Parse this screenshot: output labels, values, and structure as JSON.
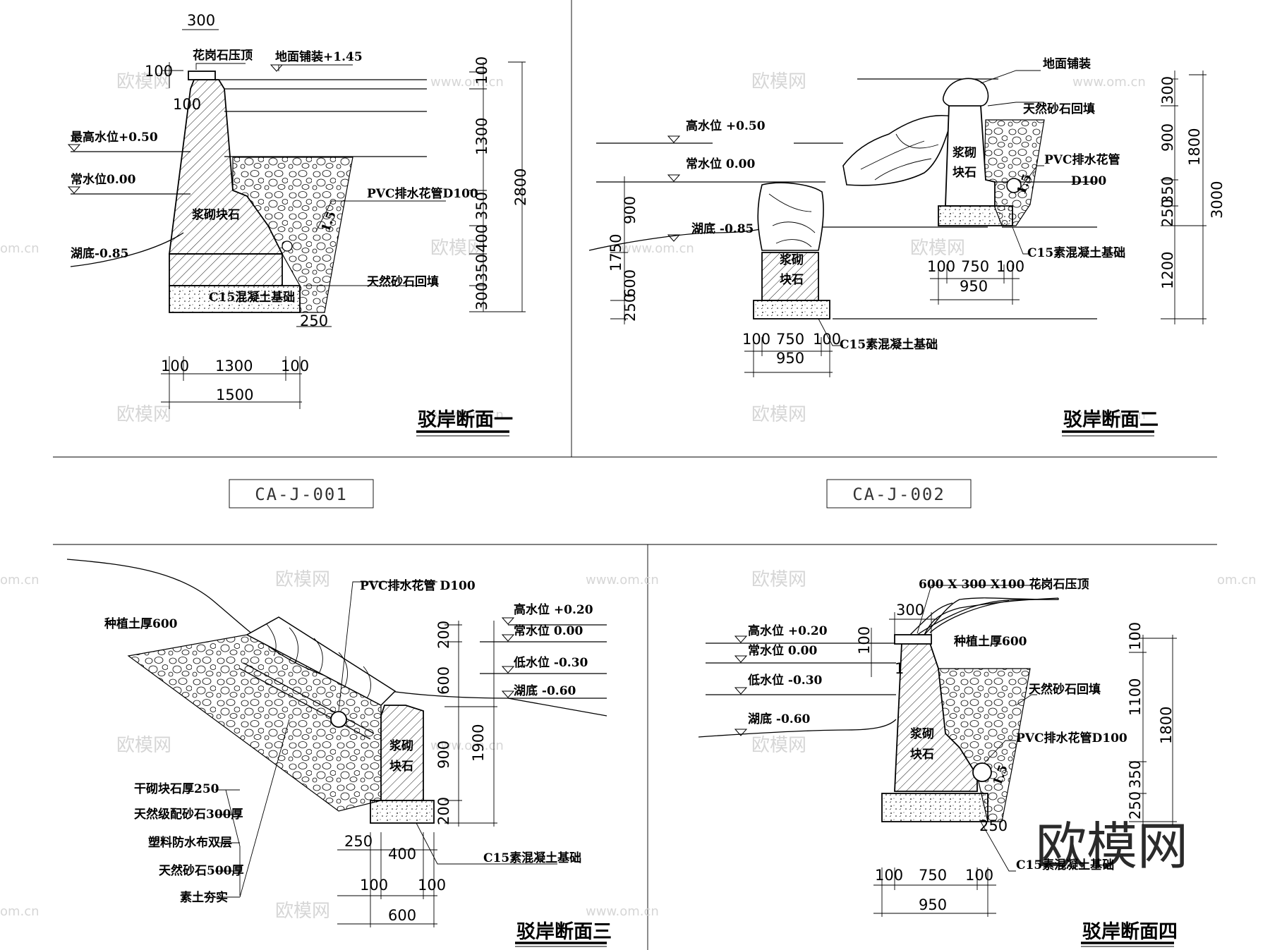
{
  "sheets": [
    {
      "title": "驳岸断面一",
      "code": "CA-J-001",
      "labels": {
        "coping": "花岗石压顶",
        "paving": "地面铺装+1.45",
        "max_water": "最高水位+0.50",
        "normal_water": "常水位0.00",
        "bed": "湖底-0.85",
        "wall": "浆砌块石",
        "pipe": "PVC排水花管D100",
        "backfill": "天然砂石回填",
        "base": "C15混凝土基础",
        "slope": "1.5"
      },
      "dims": {
        "top_300": "300",
        "left_100": "100",
        "left_100b": "100",
        "r_100": "100",
        "r_1300": "1300",
        "r_350": "350",
        "r_400": "400",
        "r_350b": "350",
        "r_300": "300",
        "r_2800": "2800",
        "b_250": "250",
        "b_100": "100",
        "b_1300": "1300",
        "b_100b": "100",
        "b_1500": "1500"
      }
    },
    {
      "title": "驳岸断面二",
      "code": "CA-J-002",
      "labels": {
        "paving": "地面铺装",
        "backfill": "天然砂石回填",
        "high_water": "高水位 +0.50",
        "normal_water": "常水位 0.00",
        "bed": "湖底 -0.85",
        "pipe": "PVC排水花管",
        "pipe2": "D100",
        "wall_a": "浆砌",
        "wall_b": "块石",
        "base_r": "C15素混凝土基础",
        "base_l": "C15素混凝土基础",
        "slope": "1.5"
      },
      "dims": {
        "l_900": "900",
        "l_1750": "1750",
        "l_600": "600",
        "l_250": "250",
        "bl_100": "100",
        "bl_750": "750",
        "bl_100b": "100",
        "bl_950": "950",
        "br_100": "100",
        "br_750": "750",
        "br_100b": "100",
        "br_950": "950",
        "r_300": "300",
        "r_900": "900",
        "r_350": "350",
        "r_250": "250",
        "r_1800": "1800",
        "r_1200": "1200",
        "r_3000": "3000"
      }
    },
    {
      "title": "驳岸断面三",
      "labels": {
        "pipe": "PVC排水花管 D100",
        "soil": "种植土厚600",
        "high_water": "高水位 +0.20",
        "normal_water": "常水位 0.00",
        "low_water": "低水位 -0.30",
        "bed": "湖底 -0.60",
        "wall_a": "浆砌",
        "wall_b": "块石",
        "base": "C15素混凝土基础",
        "layer1": "干砌块石厚250",
        "layer2": "天然级配砂石300厚",
        "layer3": "塑料防水布双层",
        "layer4": "天然砂石500厚",
        "layer5": "素土夯实"
      },
      "dims": {
        "r_200": "200",
        "r_600": "600",
        "r_900": "900",
        "r_200b": "200",
        "r_1900": "1900",
        "b_250": "250",
        "b_400": "400",
        "b_100": "100",
        "b_100b": "100",
        "b_600": "600"
      }
    },
    {
      "title": "驳岸断面四",
      "labels": {
        "coping": "600 X 300 X100 花岗石压顶",
        "soil": "种植土厚600",
        "high_water": "高水位 +0.20",
        "normal_water": "常水位 0.00",
        "low_water": "低水位 -0.30",
        "bed": "湖底 -0.60",
        "backfill": "天然砂石回填",
        "pipe": "PVC排水花管D100",
        "wall_a": "浆砌",
        "wall_b": "块石",
        "base": "C15素混凝土基础",
        "slope": "1.5"
      },
      "dims": {
        "top_300": "300",
        "left_100": "100",
        "left_1": "1",
        "r_100": "100",
        "r_1100": "1100",
        "r_350": "350",
        "r_250": "250",
        "r_1800": "1800",
        "b_250": "250",
        "b_100": "100",
        "b_750": "750",
        "b_100b": "100",
        "b_950": "950"
      }
    }
  ],
  "watermark": {
    "brand": "欧模网",
    "url": "www.om.cn",
    "url2": "om.cn"
  }
}
